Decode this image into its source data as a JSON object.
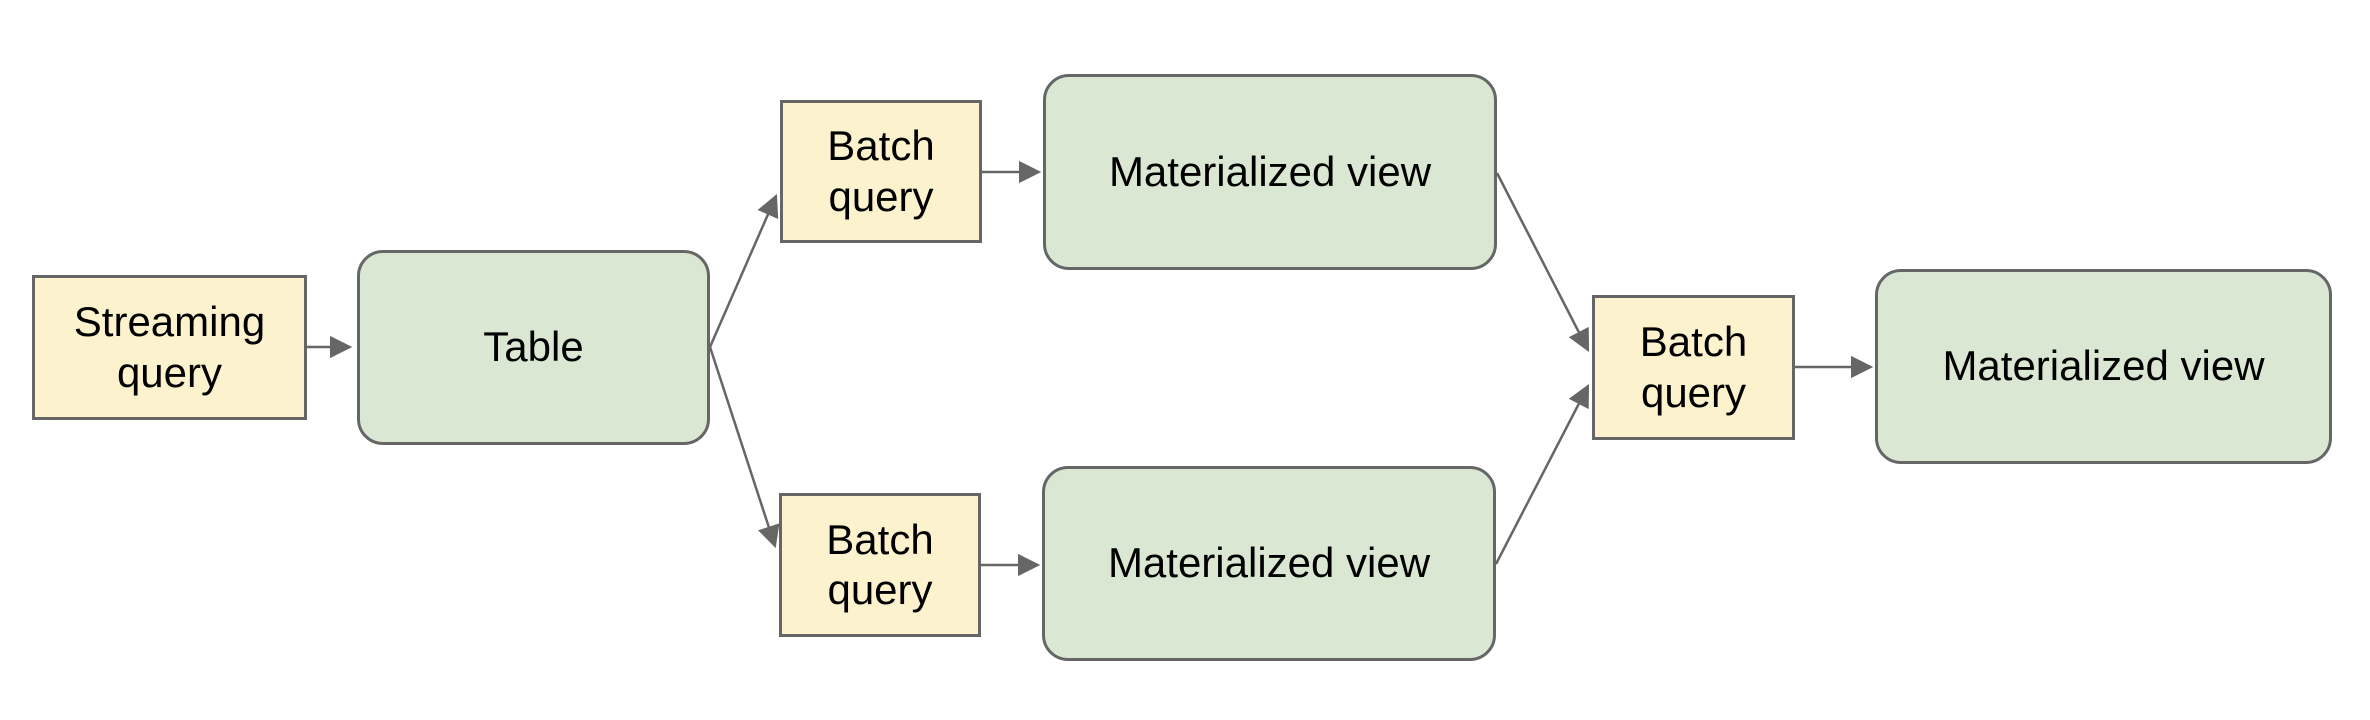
{
  "diagram": {
    "type": "flow-diagram",
    "colors": {
      "query_fill": "#FCF2CD",
      "view_fill": "#DAE8D3",
      "node_border": "#666666",
      "arrow": "#666666",
      "text": "#000000",
      "background": "#FFFFFF"
    },
    "nodes": {
      "streaming_query": {
        "label": "Streaming query",
        "shape": "rectangle"
      },
      "table": {
        "label": "Table",
        "shape": "rounded-rectangle"
      },
      "batch_query_top": {
        "label": "Batch query",
        "shape": "rectangle"
      },
      "materialized_view_top": {
        "label": "Materialized view",
        "shape": "rounded-rectangle"
      },
      "batch_query_bottom": {
        "label": "Batch query",
        "shape": "rectangle"
      },
      "materialized_view_bottom": {
        "label": "Materialized view",
        "shape": "rounded-rectangle"
      },
      "batch_query_right": {
        "label": "Batch query",
        "shape": "rectangle"
      },
      "materialized_view_final": {
        "label": "Materialized view",
        "shape": "rounded-rectangle"
      }
    },
    "edges": [
      {
        "from": "streaming_query",
        "to": "table"
      },
      {
        "from": "table",
        "to": "batch_query_top"
      },
      {
        "from": "table",
        "to": "batch_query_bottom"
      },
      {
        "from": "batch_query_top",
        "to": "materialized_view_top"
      },
      {
        "from": "batch_query_bottom",
        "to": "materialized_view_bottom"
      },
      {
        "from": "materialized_view_top",
        "to": "batch_query_right"
      },
      {
        "from": "materialized_view_bottom",
        "to": "batch_query_right"
      },
      {
        "from": "batch_query_right",
        "to": "materialized_view_final"
      }
    ]
  }
}
